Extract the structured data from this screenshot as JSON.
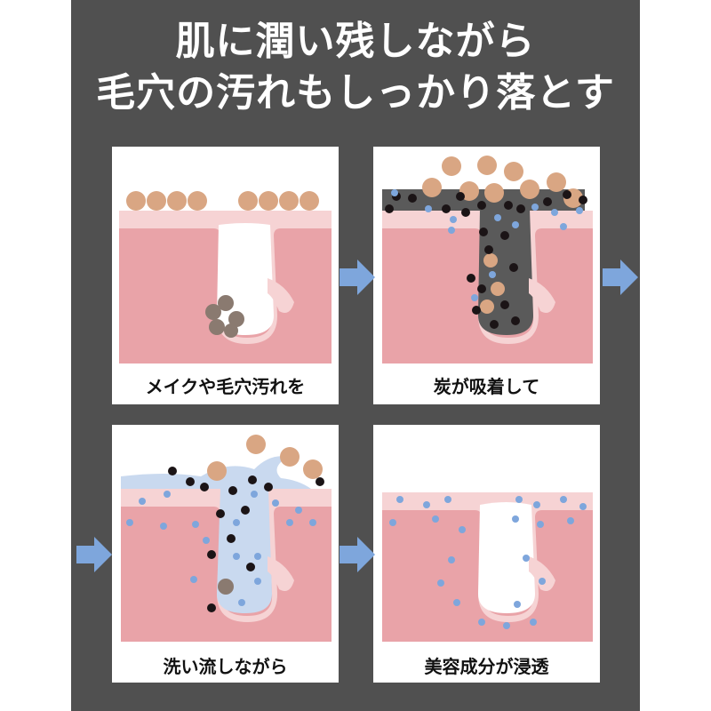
{
  "title": {
    "line1": "肌に潤い残しながら",
    "line2": "毛穴の汚れもしっかり落とす"
  },
  "steps": [
    {
      "caption": "メイクや毛穴汚れを"
    },
    {
      "caption": "炭が吸着して"
    },
    {
      "caption": "洗い流しながら"
    },
    {
      "caption": "美容成分が浸透"
    }
  ],
  "colors": {
    "background": "#505050",
    "skin_dermis": "#e9a3a8",
    "skin_epidermis": "#f6d3d4",
    "makeup_dirt": "#d9a683",
    "pore_dirt": "#8a7a70",
    "charcoal": "#1b1416",
    "charcoal_layer": "#555555",
    "beauty_ingredient": "#7ea6dc",
    "foam": "#c9d9ef",
    "arrow": "#7ea6dc"
  }
}
